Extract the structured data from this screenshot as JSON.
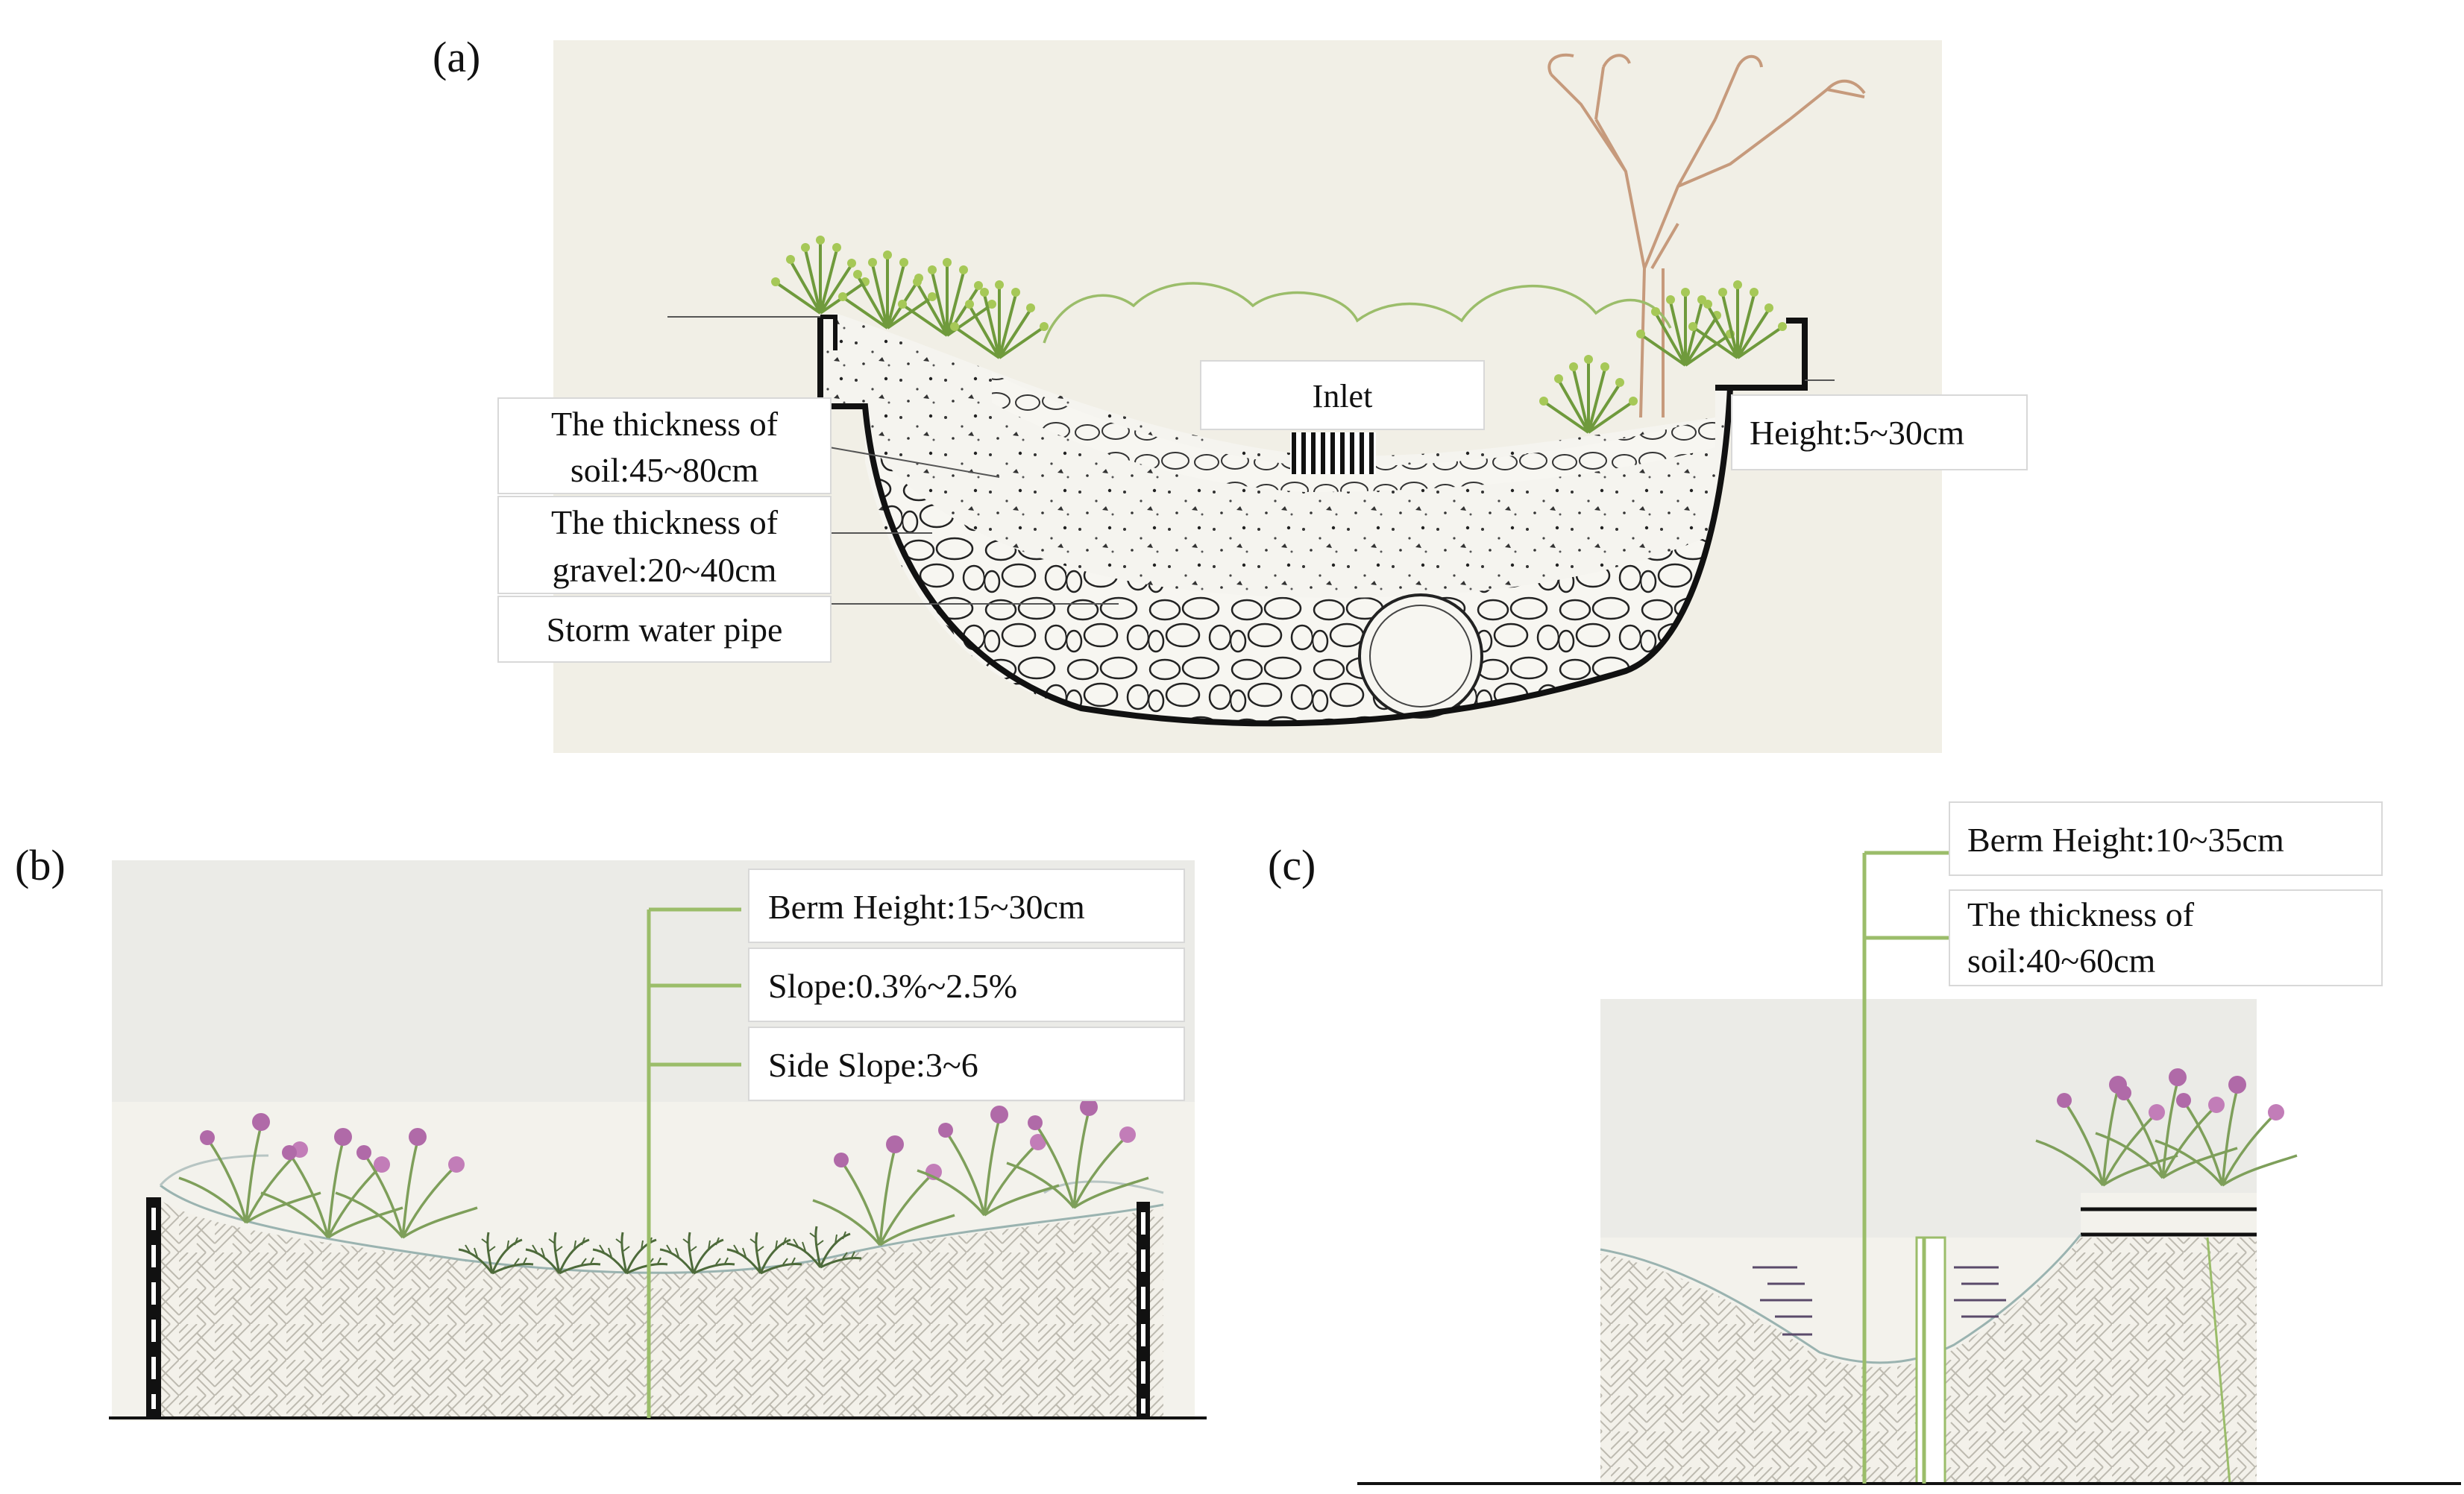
{
  "panels": {
    "a": {
      "label": "(a)",
      "inlet": "Inlet",
      "height": "Height:5~30cm",
      "soil": [
        "The thickness of",
        "soil:45~80cm"
      ],
      "gravel": [
        "The thickness of",
        "gravel:20~40cm"
      ],
      "pipe": "Storm water pipe"
    },
    "b": {
      "label": "(b)",
      "berm": "Berm Height:15~30cm",
      "slope": "Slope:0.3%~2.5%",
      "side_slope": "Side Slope:3~6"
    },
    "c": {
      "label": "(c)",
      "berm": "Berm Height:10~35cm",
      "soil": [
        "The thickness of",
        "soil:40~60cm"
      ]
    }
  },
  "colors": {
    "leader_green": "#9bbd6a",
    "foliage_green": "#8fb356",
    "flower_purple": "#b06aa8",
    "outline": "#1a1a1a",
    "paper": "#f1efe6",
    "sky_grey": "#ebebe7"
  },
  "icons": [
    "tree-illustration",
    "plant-clump",
    "iris-flower",
    "gravel-stone",
    "drain-pipe",
    "inlet-grate"
  ]
}
